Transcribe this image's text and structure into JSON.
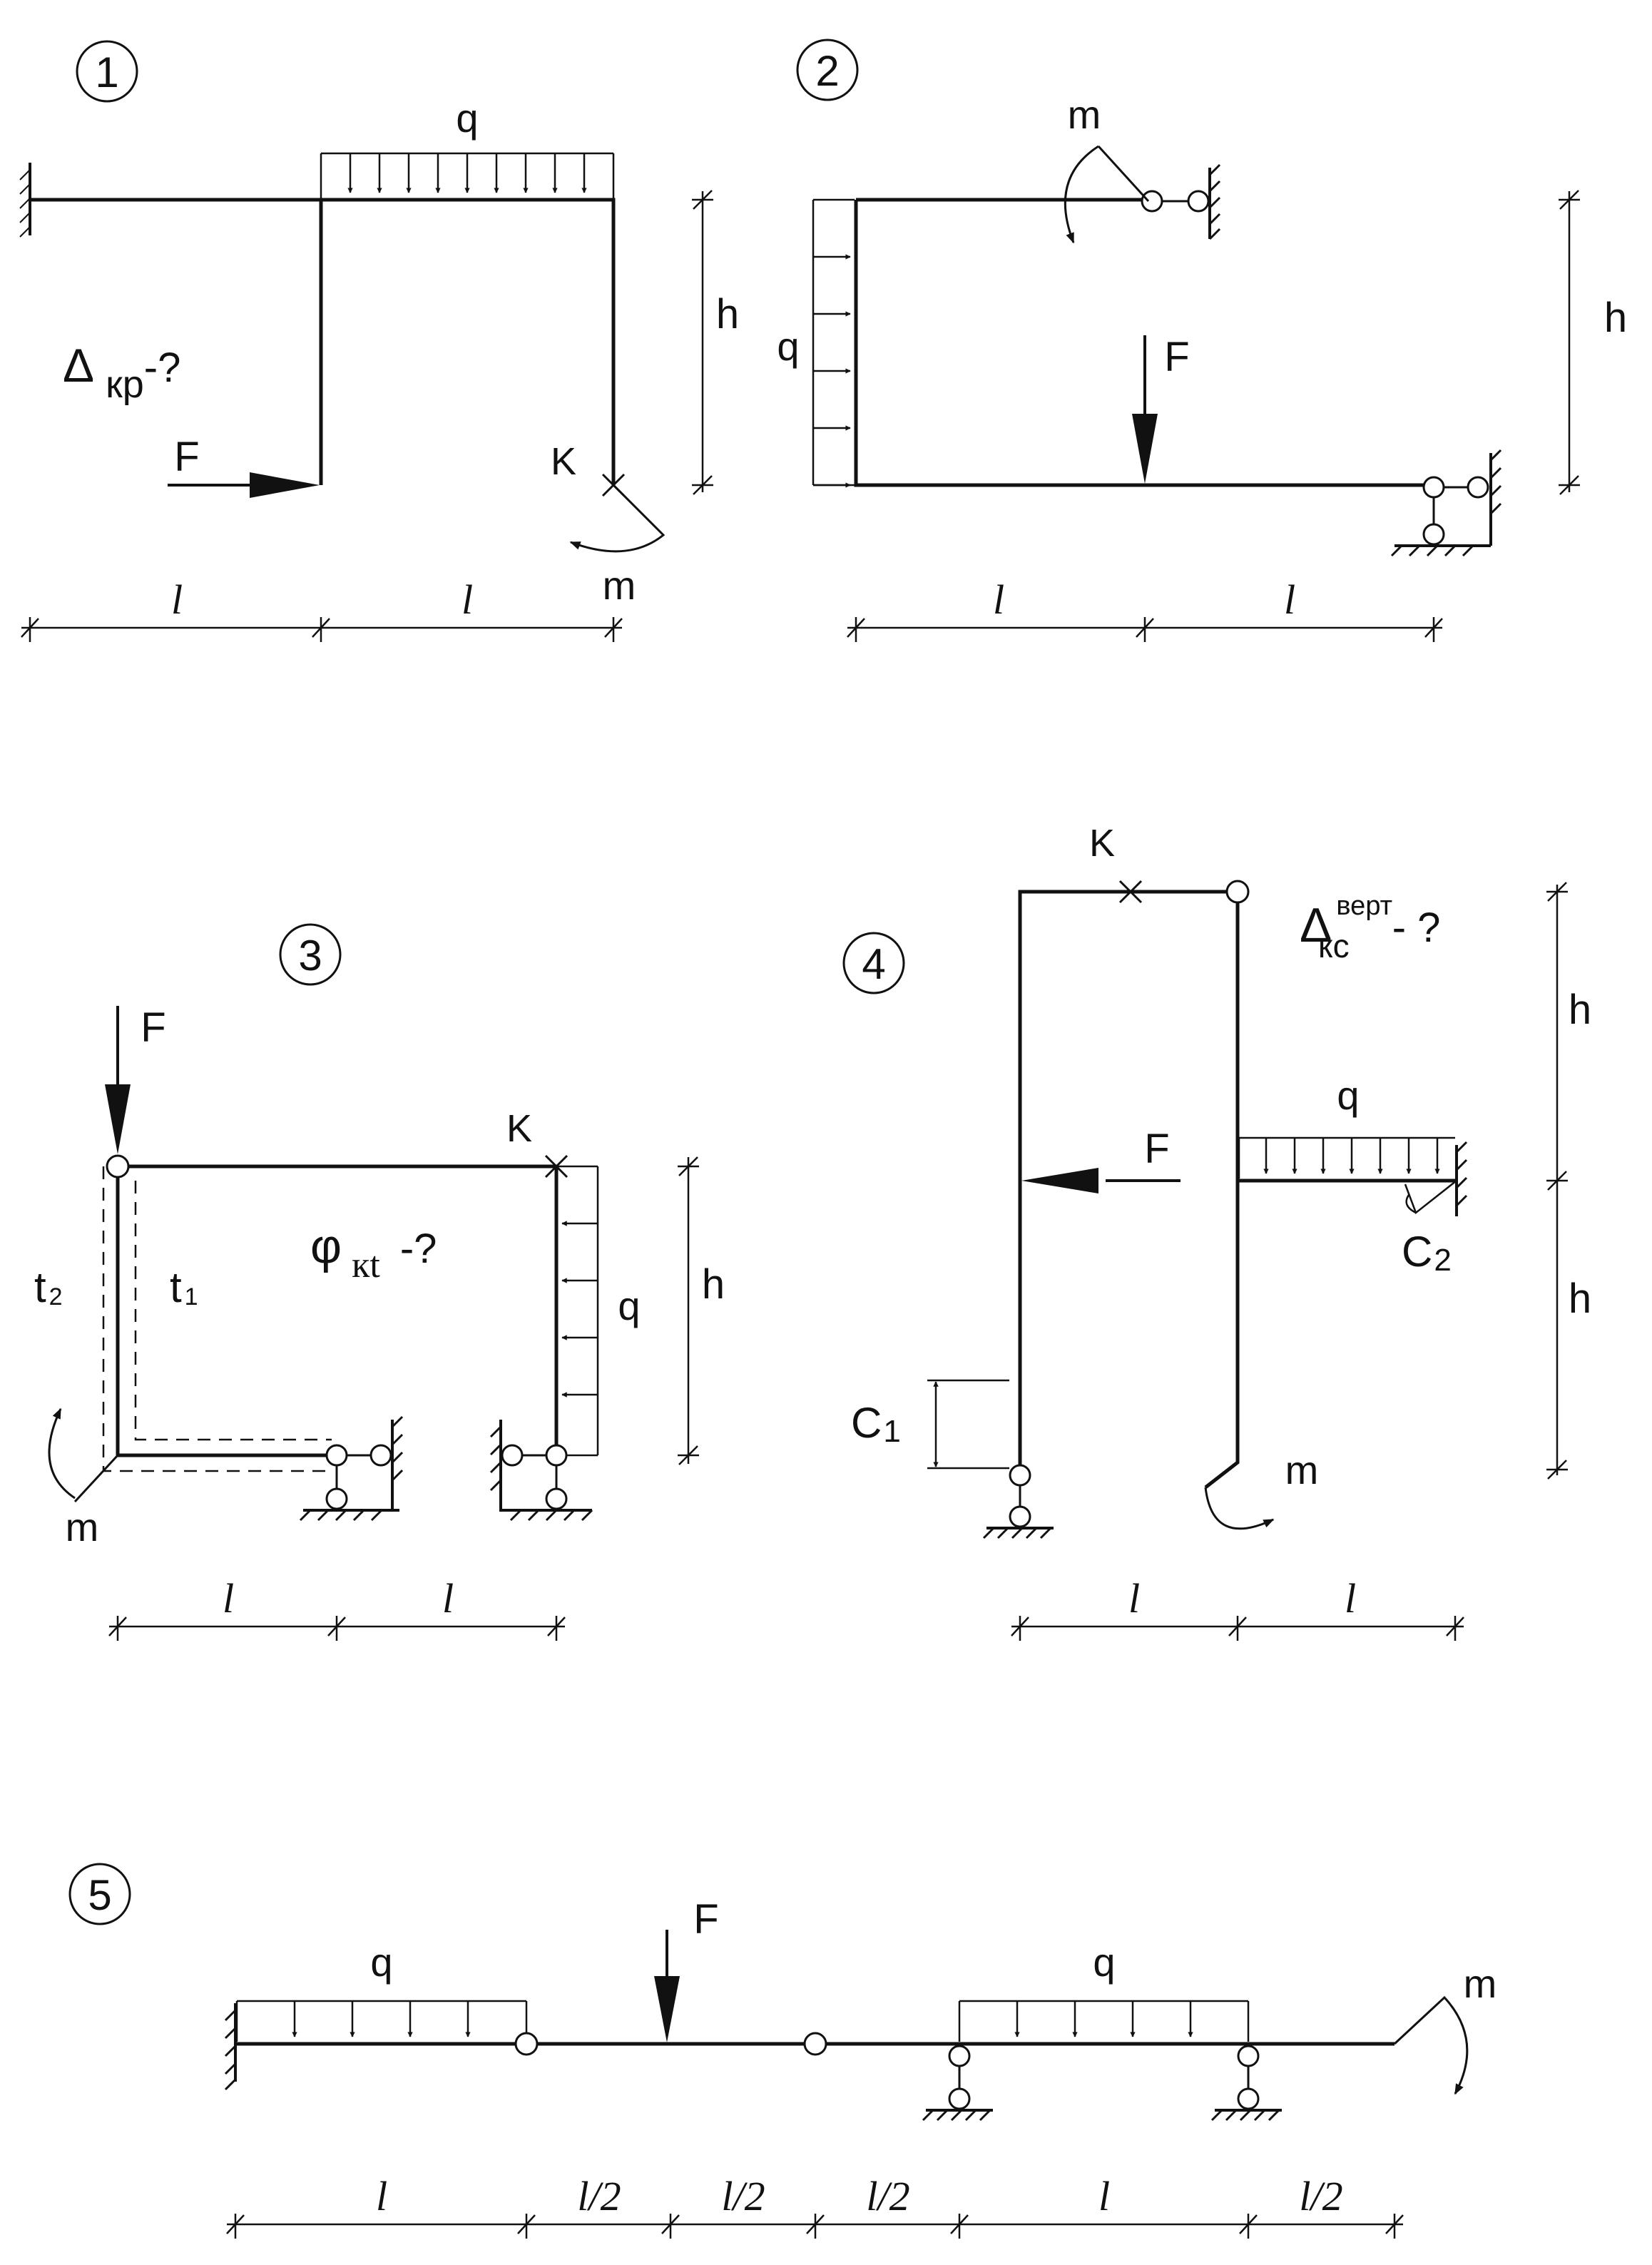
{
  "problems": {
    "p1": {
      "number": "1",
      "load_q": "q",
      "force_F": "F",
      "moment_m": "m",
      "point_K": "K",
      "height_h": "h",
      "span1_l": "l",
      "span2_l": "l",
      "question_delta": "Δ",
      "question_sub": "кр",
      "question_tail": "-?"
    },
    "p2": {
      "number": "2",
      "moment_m": "m",
      "load_q": "q",
      "force_F": "F",
      "height_h": "h",
      "span1_l": "l",
      "span2_l": "l"
    },
    "p3": {
      "number": "3",
      "force_F": "F",
      "point_K": "K",
      "load_q": "q",
      "height_h": "h",
      "temp_t2": "t",
      "temp_t2_sub": "2",
      "temp_t1": "t",
      "temp_t1_sub": "1",
      "question_phi": "φ",
      "question_sub": "кt",
      "question_tail": "-?",
      "moment_m": "m",
      "span1_l": "l",
      "span2_l": "l"
    },
    "p4": {
      "number": "4",
      "point_K": "K",
      "question_delta": "Δ",
      "question_sup": "верт",
      "question_sub": "кс",
      "question_tail": "- ?",
      "load_q": "q",
      "force_F": "F",
      "settle_C2": "C",
      "settle_C2_sub": "2",
      "settle_C1": "C",
      "settle_C1_sub": "1",
      "moment_m": "m",
      "height1_h": "h",
      "height2_h": "h",
      "span1_l": "l",
      "span2_l": "l"
    },
    "p5": {
      "number": "5",
      "force_F": "F",
      "load_q_left": "q",
      "load_q_right": "q",
      "moment_m": "m",
      "spans": [
        "l",
        "l/2",
        "l/2",
        "l/2",
        "l",
        "l/2"
      ]
    }
  }
}
